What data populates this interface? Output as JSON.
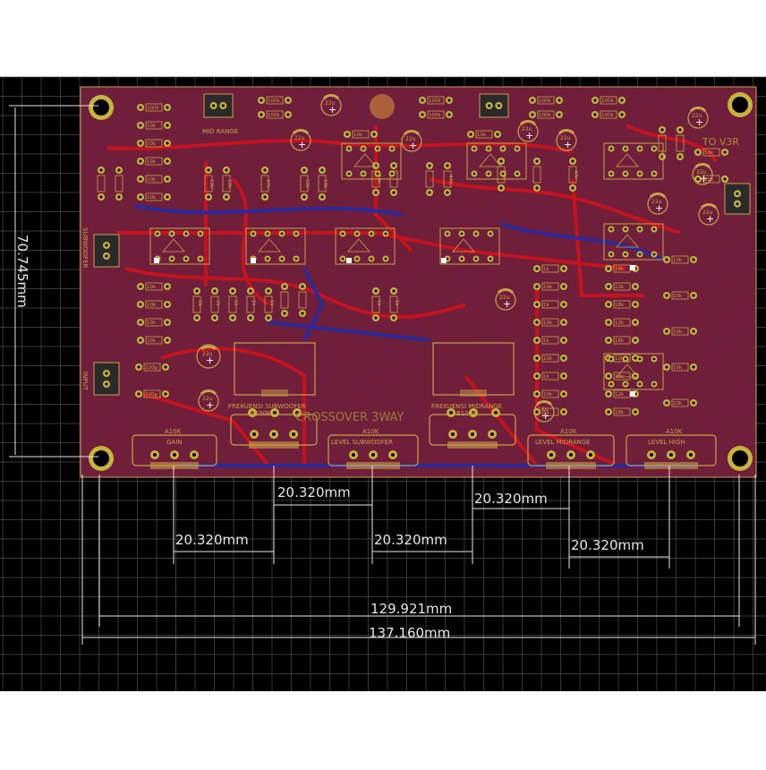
{
  "colors": {
    "background": "#000000",
    "grid": "#4d4d4d",
    "board": "#8a1f2a",
    "board_hatch": "#3d2a7a",
    "copper_top": "#c4121e",
    "copper_bottom": "#2a2a9a",
    "silk": "#c9a24a",
    "pad": "#c8b43a",
    "dimension": "#e6e6e6"
  },
  "dimensions": {
    "height": "70.745mm",
    "pot_spacing_1": "20.320mm",
    "pot_spacing_2": "20.320mm",
    "pot_spacing_3": "20.320mm",
    "pot_spacing_4": "20.320mm",
    "pot_spacing_5": "20.320mm",
    "hole_span": "129.921mm",
    "board_width": "137.160mm"
  },
  "silkscreen": {
    "mid_range": "MID RANGE",
    "subwoofer": "SUBWOOFER",
    "in_label": "INPUT",
    "revision": "TO V3R",
    "frek_sub": "FREKUENSI SUBWOOFER",
    "frek_sub_val": "B100K",
    "frek_mid": "FREKUENSI MIDRANGE",
    "frek_mid_val": "B100K",
    "title": "CROSSOVER 3WAY",
    "gain_val": "A10K",
    "gain": "GAIN",
    "lvl_sub_val": "A10K",
    "lvl_sub": "LEVEL SUBWOOFER",
    "lvl_mid_val": "A10K",
    "lvl_mid": "LEVEL MIDRANGE",
    "lvl_high_val": "A10K",
    "lvl_high": "LEVEL HIGH",
    "r100k": "100k",
    "r10k": "10k",
    "r1k": "1k",
    "r12k": "12k",
    "r47k": "47k",
    "r18k": "18k",
    "c22u": "22u",
    "c220p": "220p"
  }
}
